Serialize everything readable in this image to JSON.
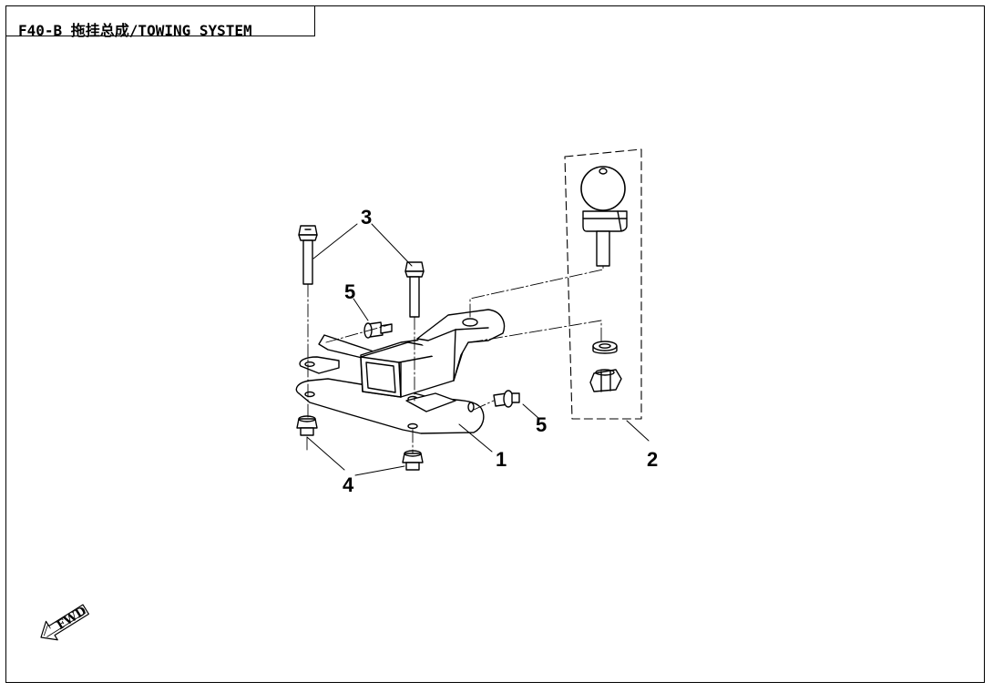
{
  "title": "F40-B 拖挂总成/TOWING SYSTEM",
  "callouts": [
    "1",
    "2",
    "3",
    "4",
    "5",
    "5"
  ],
  "fwd_label": "FWD",
  "parts": [
    {
      "callout": "1",
      "part": "hitch-receiver-bracket"
    },
    {
      "callout": "2",
      "part": "hitch-ball-assembly"
    },
    {
      "callout": "3",
      "part": "flange-bolt"
    },
    {
      "callout": "4",
      "part": "flange-nut"
    },
    {
      "callout": "5",
      "part": "flange-bolt-short"
    }
  ]
}
